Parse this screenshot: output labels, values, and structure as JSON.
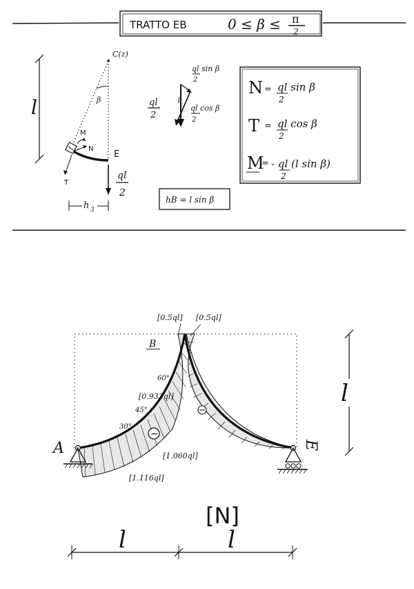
{
  "header": {
    "title_text": "TRATTO EB",
    "range_text": "0 ≤ β ≤",
    "pi": "π",
    "two": "2"
  },
  "segment_sketch": {
    "center_label": "C(z)",
    "beta_label": "β",
    "length_label": "l",
    "moment_label": "M",
    "normal_label": "N",
    "shear_label": "T",
    "end_label": "E",
    "load_num": "ql",
    "load_den": "2",
    "h_label": "h",
    "h_sub": "3"
  },
  "decomposition": {
    "left_num": "ql",
    "left_den": "2",
    "top_label": "ql sin β",
    "top_den": "2",
    "bottom_label": "ql cos β",
    "bottom_den": "2",
    "beta_label": "β"
  },
  "equations_box": {
    "N_lhs": "N",
    "N_rhs": "ql sin β",
    "T_lhs": "T",
    "T_rhs": "ql cos β",
    "M_lhs": "M",
    "M_rhs": "- ql (l sin β)",
    "den": "2",
    "eq": "="
  },
  "hb_box": {
    "text": "hB = l sin β"
  },
  "diagram": {
    "label_top_left": "[0.5ql]",
    "label_top_right": "[0.5ql]",
    "label_B": "B",
    "label_60": "60°",
    "label_0933": "[0.933ql]",
    "label_45": "45°",
    "label_30": "30°",
    "label_minus": "−",
    "label_1060": "[1.060ql]",
    "label_1116": "[1.116ql]",
    "label_A": "A",
    "label_E": "E",
    "label_N": "N",
    "dim_l_vertical": "l",
    "dim_l_left": "l",
    "dim_l_right": "l"
  }
}
